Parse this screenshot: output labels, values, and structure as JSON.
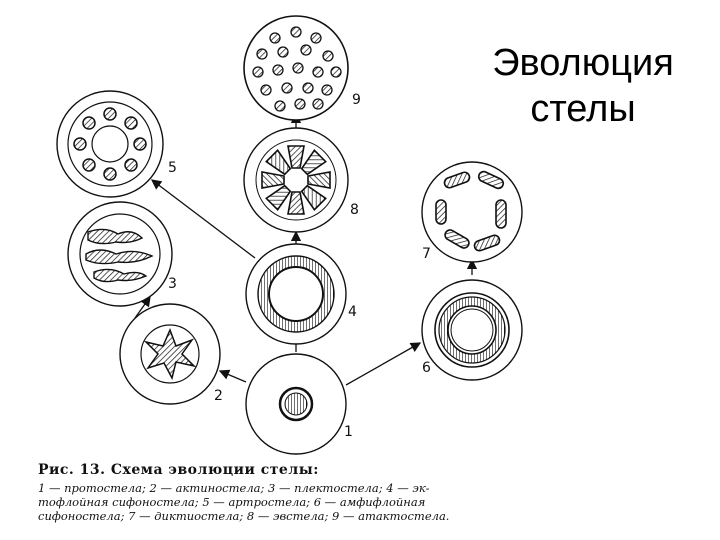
{
  "title_line1": "Эволюция",
  "title_line2": "стелы",
  "caption": {
    "title": "Рис. 13. Схема эволюции стелы:",
    "line1": "1 — протостела;   2 — актиностела;   3 — плектостела;   4 — эк-",
    "line2": "тофлойная  сифоностела;   5 — артростела;   6 — амфифлойная",
    "line3": "сифоностела; 7 — диктиостела; 8 — эвстела; 9 — атактостела."
  },
  "labels": {
    "n1": "1",
    "n2": "2",
    "n3": "3",
    "n4": "4",
    "n5": "5",
    "n6": "6",
    "n7": "7",
    "n8": "8",
    "n9": "9"
  }
}
